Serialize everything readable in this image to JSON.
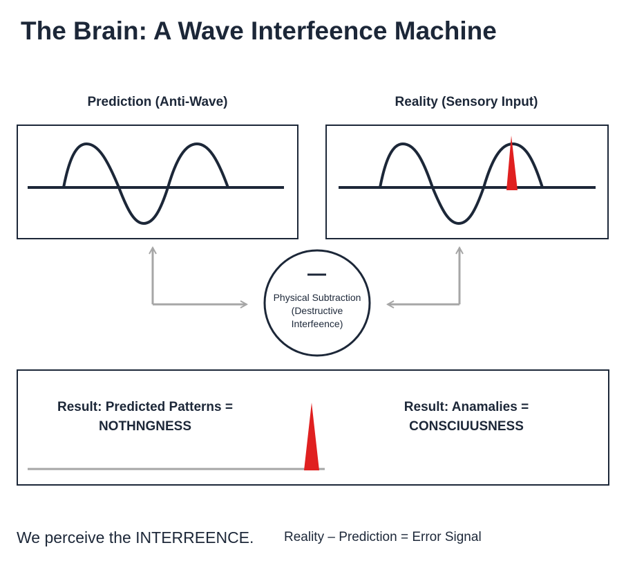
{
  "title": "The Brain: A Wave Interfeence Machine",
  "panels": {
    "left_title": "Prediction (Anti-Wave)",
    "right_title": "Reality (Sensory Input)"
  },
  "operator": {
    "symbol": "−",
    "label_line1": "Physical Subtraction",
    "label_line2": "(Destructive",
    "label_line3": "Interfeence)"
  },
  "result": {
    "left_line1": "Result: Predicted Patterns =",
    "left_line2": "NOTHNGNESS",
    "right_line1": "Result: Anamalies =",
    "right_line2": "CONSCIUUSNESS"
  },
  "footer": {
    "left": "We perceive the INTERREENCE.",
    "right": "Reality – Prediction = Error Signal"
  },
  "colors": {
    "ink": "#1c2738",
    "spike": "#e02020",
    "arrow": "#a6a6a6",
    "baseline": "#a6a6a6"
  }
}
